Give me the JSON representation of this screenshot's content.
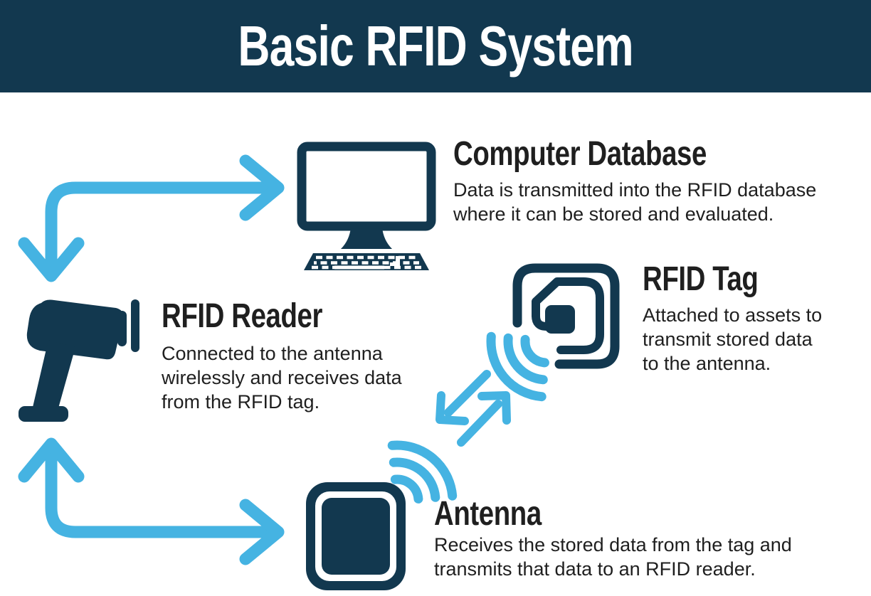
{
  "palette": {
    "navy": "#12384F",
    "blue": "#45B3E2",
    "text": "#1F1F1F",
    "background": "#FFFFFF"
  },
  "header": {
    "title": "Basic RFID System"
  },
  "nodes": {
    "computer": {
      "title": "Computer Database",
      "description": "Data is transmitted into the RFID database where it can be stored and evaluated.",
      "lines": [
        "Data is transmitted into the RFID database",
        "where it can be stored and evaluated."
      ],
      "icon": "desktop-computer-icon"
    },
    "reader": {
      "title": "RFID Reader",
      "description": "Connected to the antenna wirelessly and receives data from the RFID tag.",
      "lines": [
        "Connected to the antenna",
        "wirelessly and receives data",
        "from the RFID tag."
      ],
      "icon": "handheld-rfid-reader-icon"
    },
    "tag": {
      "title": "RFID Tag",
      "description": "Attached to assets to transmit stored data to the antenna.",
      "lines": [
        "Attached to assets to",
        "transmit stored data",
        "to the antenna."
      ],
      "icon": "rfid-tag-icon"
    },
    "antenna": {
      "title": "Antenna",
      "description": "Receives the stored data from the tag and transmits that data to an RFID reader.",
      "lines": [
        "Receives the stored data from the tag and",
        "transmits that data to an RFID reader."
      ],
      "icon": "antenna-icon"
    }
  },
  "connections": [
    {
      "from": "rfid-reader",
      "to": "computer-database",
      "style": "elbow-arrow",
      "direction": "bidirectional"
    },
    {
      "from": "rfid-reader",
      "to": "antenna",
      "style": "elbow-arrow",
      "direction": "bidirectional"
    },
    {
      "from": "antenna",
      "to": "rfid-tag",
      "style": "wireless-signal-arrows",
      "direction": "bidirectional"
    }
  ]
}
